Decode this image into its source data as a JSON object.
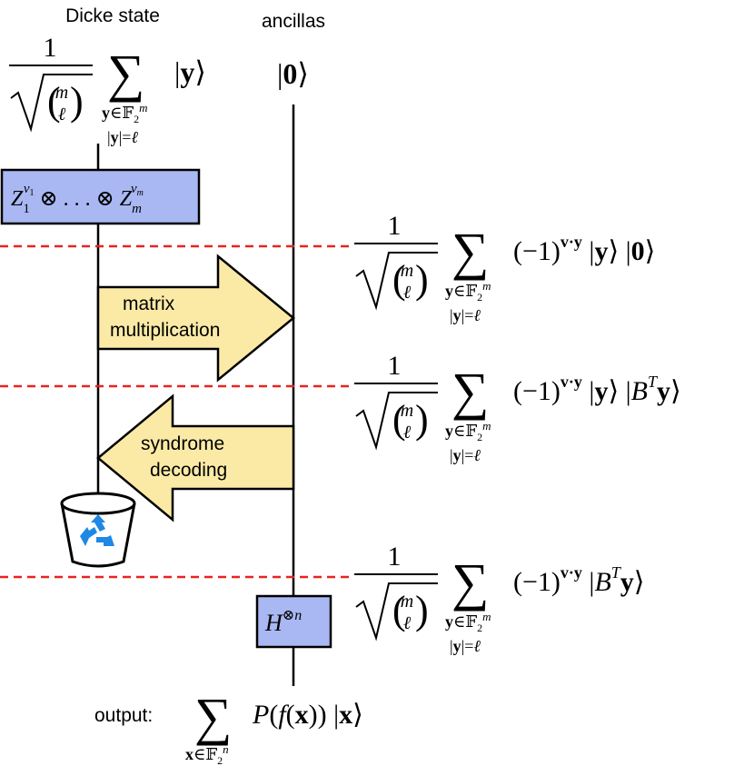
{
  "headers": {
    "dicke": "Dicke state",
    "ancillas": "ancillas"
  },
  "top": {
    "frac_num": "1",
    "binom_top": "m",
    "binom_bottom": "ℓ",
    "sum_symbol": "∑",
    "sum_ket": "|y⟩",
    "sub_line1": "y∈𝔽₂ᵐ",
    "sub_line2": "|y|=ℓ",
    "ancilla_ket": "|0⟩"
  },
  "gates": {
    "z_gate": "Z₁^{v₁} ⊗ … ⊗ Zₘ^{vₘ}",
    "z_gate_Z": "Z",
    "z_gate_sub1": "1",
    "z_gate_sup1": "v",
    "z_gate_sup1_sub": "1",
    "z_gate_otimes": "⊗ . . . ⊗",
    "z_gate_subm": "m",
    "z_gate_supm": "v",
    "z_gate_supm_sub": "m",
    "hadamard_H": "H",
    "hadamard_sup": "⊗n",
    "hadamard": "H^{⊗n}"
  },
  "arrows": {
    "right_line1": "matrix",
    "right_line2": "multiplication",
    "left_line1": "syndrome",
    "left_line2": "decoding"
  },
  "states": [
    {
      "phase": "(−1)",
      "exp": "v·y",
      "ket1": "|y⟩",
      "ket2": "|0⟩",
      "has_BT": false
    },
    {
      "phase": "(−1)",
      "exp": "v·y",
      "ket1": "|y⟩",
      "ket2_B": "B",
      "ket2_T": "T",
      "ket2_y": "y",
      "has_BT": true,
      "has_y": true
    },
    {
      "phase": "(−1)",
      "exp": "v·y",
      "ket2_B": "B",
      "ket2_T": "T",
      "ket2_y": "y",
      "has_BT": true,
      "has_y": false
    }
  ],
  "output": {
    "label": "output:",
    "sum_symbol": "∑",
    "sub": "x∈𝔽₂ⁿ",
    "expr_P": "P",
    "expr_f": "f",
    "expr_x": "x",
    "expr_ket": "|x⟩"
  },
  "icons": {
    "trash": "recycle-bin-icon"
  },
  "colors": {
    "gate_fill": "#a9b8f2",
    "arrow_fill": "#fbeaa6",
    "dashed_line": "#e8231f",
    "recycle": "#1e88e5"
  }
}
